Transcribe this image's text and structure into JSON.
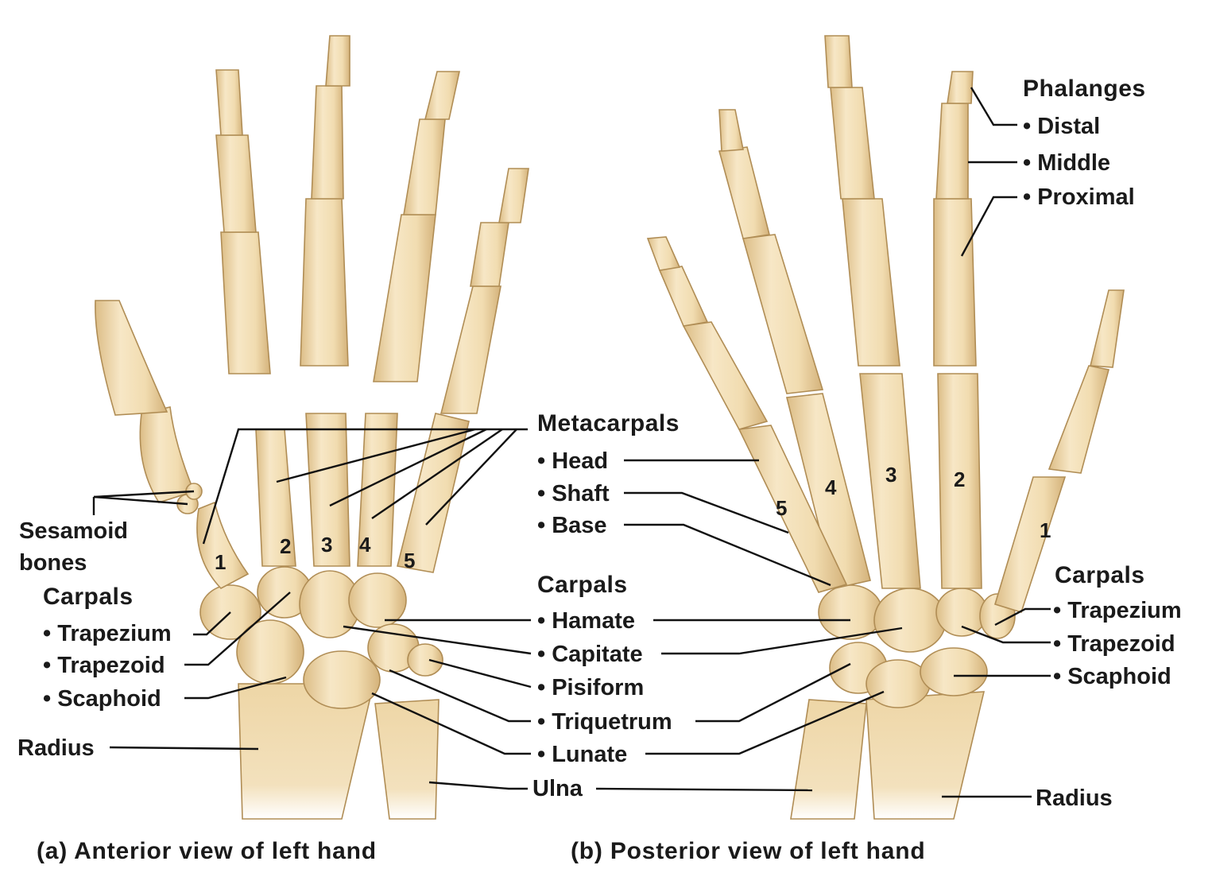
{
  "captions": {
    "anterior": "(a) Anterior view of left hand",
    "posterior": "(b) Posterior view of left hand"
  },
  "anterior": {
    "sesamoid_line1": "Sesamoid",
    "sesamoid_line2": "bones",
    "carpals_heading": "Carpals",
    "trapezium": "• Trapezium",
    "trapezoid": "• Trapezoid",
    "scaphoid": "• Scaphoid",
    "radius": "Radius",
    "digit_numbers": [
      "1",
      "2",
      "3",
      "4",
      "5"
    ]
  },
  "middle": {
    "metacarpals_heading": "Metacarpals",
    "head": "• Head",
    "shaft": "• Shaft",
    "base": "• Base",
    "carpals_heading": "Carpals",
    "hamate": "• Hamate",
    "capitate": "• Capitate",
    "pisiform": "• Pisiform",
    "triquetrum": "• Triquetrum",
    "lunate": "• Lunate",
    "ulna": "Ulna"
  },
  "posterior": {
    "phalanges_heading": "Phalanges",
    "distal": "• Distal",
    "middle": "• Middle",
    "proximal": "• Proximal",
    "carpals_heading": "Carpals",
    "trapezium": "• Trapezium",
    "trapezoid": "• Trapezoid",
    "scaphoid": "• Scaphoid",
    "radius": "Radius",
    "digit_numbers": [
      "1",
      "2",
      "3",
      "4",
      "5"
    ]
  },
  "colors": {
    "bone_light": "#f7e6c4",
    "bone_mid": "#ecd3a2",
    "bone_dark": "#d7b77f",
    "text": "#1a1a1a"
  }
}
